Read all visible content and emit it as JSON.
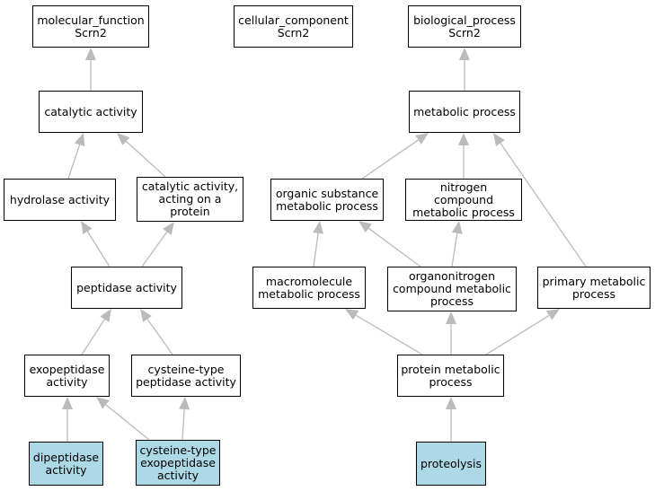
{
  "diagram": {
    "type": "GO term hierarchy",
    "colors": {
      "edge": "#bbbbbb",
      "node_border": "#000000",
      "node_fill": "#ffffff",
      "highlight_fill": "#add8e6"
    },
    "nodes": [
      {
        "id": "mf_root",
        "label": "molecular_function\nScrn2",
        "highlight": false
      },
      {
        "id": "cc_root",
        "label": "cellular_component\nScrn2",
        "highlight": false
      },
      {
        "id": "bp_root",
        "label": "biological_process\nScrn2",
        "highlight": false
      },
      {
        "id": "catalytic",
        "label": "catalytic activity",
        "highlight": false
      },
      {
        "id": "metabolic",
        "label": "metabolic process",
        "highlight": false
      },
      {
        "id": "hydrolase",
        "label": "hydrolase activity",
        "highlight": false
      },
      {
        "id": "cat_protein",
        "label": "catalytic activity,\nacting on a\nprotein",
        "highlight": false
      },
      {
        "id": "organic_sub",
        "label": "organic substance\nmetabolic process",
        "highlight": false
      },
      {
        "id": "nitrogen",
        "label": "nitrogen compound\nmetabolic process",
        "highlight": false
      },
      {
        "id": "peptidase",
        "label": "peptidase activity",
        "highlight": false
      },
      {
        "id": "macromolecule",
        "label": "macromolecule\nmetabolic process",
        "highlight": false
      },
      {
        "id": "organonitrogen",
        "label": "organonitrogen\ncompound metabolic\nprocess",
        "highlight": false
      },
      {
        "id": "primary",
        "label": "primary metabolic\nprocess",
        "highlight": false
      },
      {
        "id": "exopeptidase",
        "label": "exopeptidase\nactivity",
        "highlight": false
      },
      {
        "id": "cys_peptidase",
        "label": "cysteine-type\npeptidase activity",
        "highlight": false
      },
      {
        "id": "protein_met",
        "label": "protein metabolic\nprocess",
        "highlight": false
      },
      {
        "id": "dipeptidase",
        "label": "dipeptidase\nactivity",
        "highlight": true
      },
      {
        "id": "cys_exo",
        "label": "cysteine-type\nexopeptidase\nactivity",
        "highlight": true
      },
      {
        "id": "proteolysis",
        "label": "proteolysis",
        "highlight": true
      }
    ],
    "edges": [
      {
        "from": "catalytic",
        "to": "mf_root"
      },
      {
        "from": "metabolic",
        "to": "bp_root"
      },
      {
        "from": "hydrolase",
        "to": "catalytic"
      },
      {
        "from": "cat_protein",
        "to": "catalytic"
      },
      {
        "from": "organic_sub",
        "to": "metabolic"
      },
      {
        "from": "nitrogen",
        "to": "metabolic"
      },
      {
        "from": "primary",
        "to": "metabolic"
      },
      {
        "from": "peptidase",
        "to": "hydrolase"
      },
      {
        "from": "peptidase",
        "to": "cat_protein"
      },
      {
        "from": "macromolecule",
        "to": "organic_sub"
      },
      {
        "from": "organonitrogen",
        "to": "organic_sub"
      },
      {
        "from": "organonitrogen",
        "to": "nitrogen"
      },
      {
        "from": "exopeptidase",
        "to": "peptidase"
      },
      {
        "from": "cys_peptidase",
        "to": "peptidase"
      },
      {
        "from": "protein_met",
        "to": "macromolecule"
      },
      {
        "from": "protein_met",
        "to": "organonitrogen"
      },
      {
        "from": "protein_met",
        "to": "primary"
      },
      {
        "from": "dipeptidase",
        "to": "exopeptidase"
      },
      {
        "from": "cys_exo",
        "to": "exopeptidase"
      },
      {
        "from": "cys_exo",
        "to": "cys_peptidase"
      },
      {
        "from": "proteolysis",
        "to": "protein_met"
      }
    ]
  }
}
